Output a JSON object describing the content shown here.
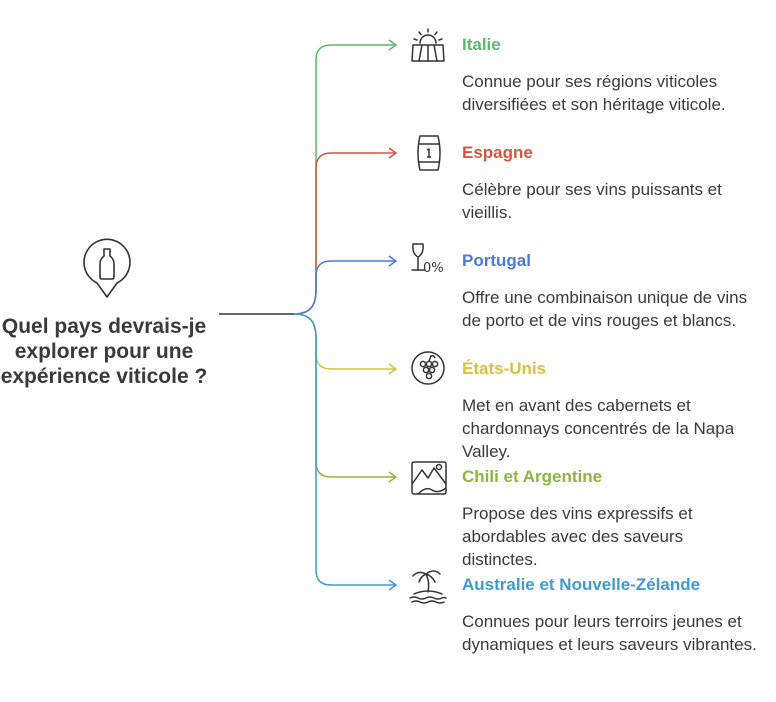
{
  "question": "Quel pays devrais-je explorer pour une expérience viticole ?",
  "root_icon": "wine-bottle-pin-icon",
  "branches": [
    {
      "title": "Italie",
      "description": "Connue pour ses régions viticoles diversifiées et son héritage viticole.",
      "color": "#5cb96a",
      "icon": "vineyard-sunrise-icon"
    },
    {
      "title": "Espagne",
      "description": "Célèbre pour ses vins puissants et vieillis.",
      "color": "#d2573f",
      "icon": "wine-barrel-icon"
    },
    {
      "title": "Portugal",
      "description": "Offre une combinaison unique de vins de porto et de vins rouges et blancs.",
      "color": "#4a7bd6",
      "icon": "wine-glass-percent-icon"
    },
    {
      "title": "États-Unis",
      "description": "Met en avant des cabernets et chardonnays concentrés de la Napa Valley.",
      "color": "#d8c33a",
      "icon": "grape-cluster-icon"
    },
    {
      "title": "Chili et Argentine",
      "description": "Propose des vins expressifs et abordables avec des saveurs distinctes.",
      "color": "#8db53f",
      "icon": "mountain-landscape-icon"
    },
    {
      "title": "Australie et Nouvelle-Zélande",
      "description": "Connues pour leurs terroirs jeunes et dynamiques et leurs saveurs vibrantes.",
      "color": "#3e9bcf",
      "icon": "palm-island-icon"
    }
  ]
}
